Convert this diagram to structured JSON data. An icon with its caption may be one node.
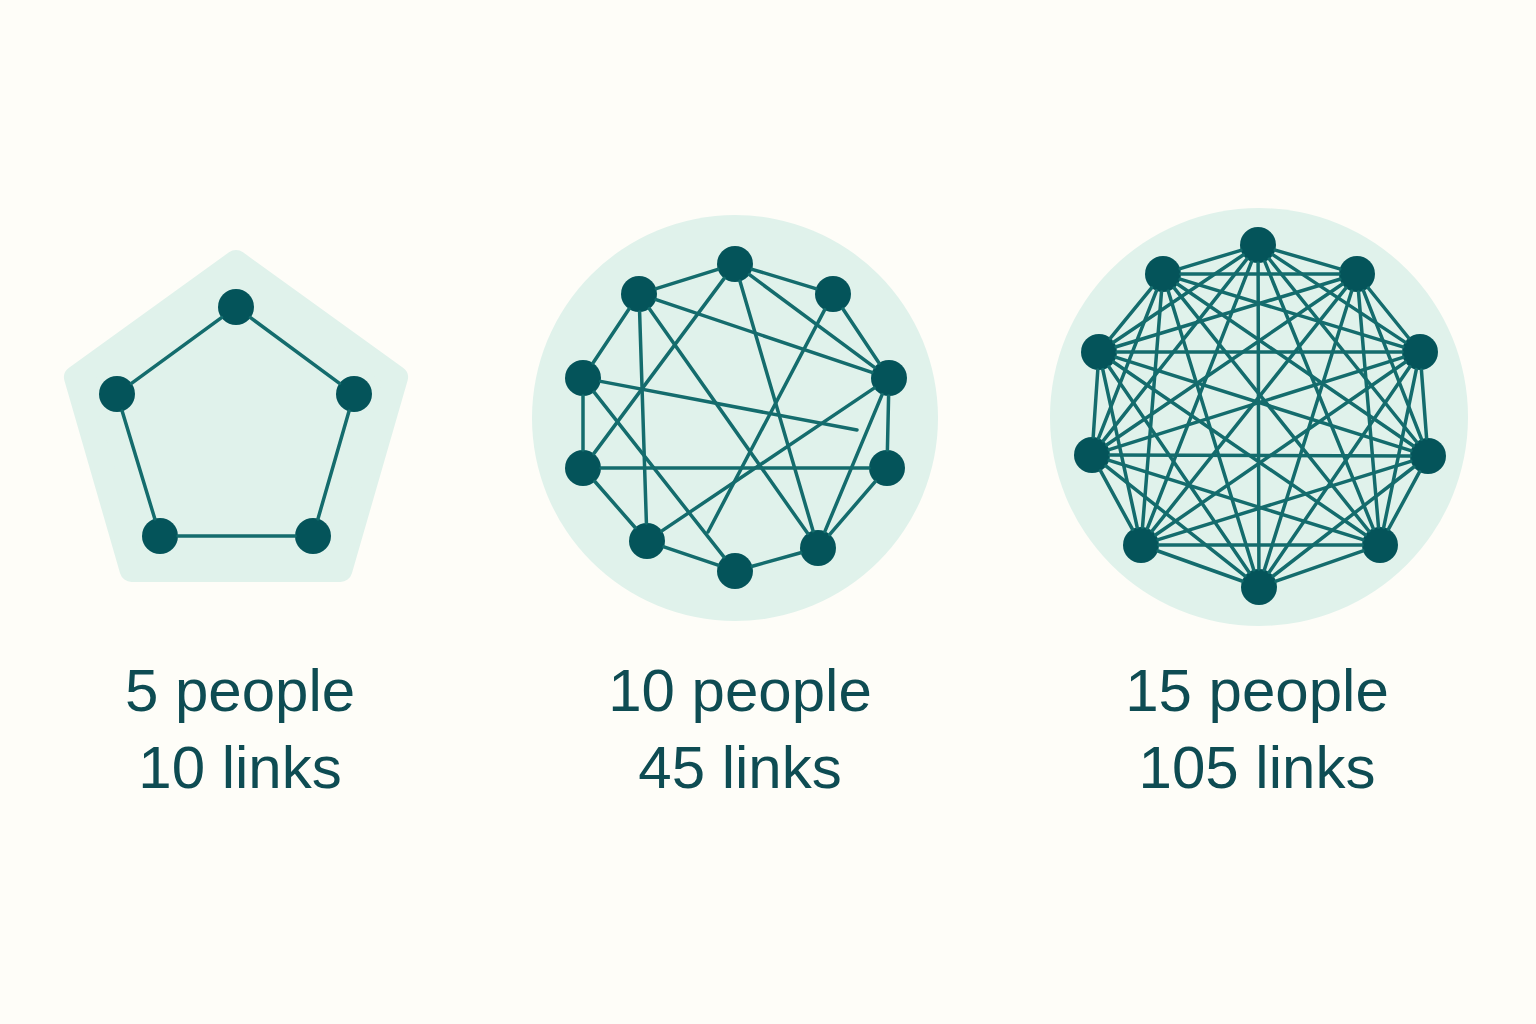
{
  "diagram": {
    "nodes": [
      {
        "text": [],
        "shape": "pentagon",
        "beside": [
          "5 people",
          "10 links"
        ]
      },
      {
        "text": [],
        "shape": "circle",
        "in": 0
      },
      {
        "text": [],
        "shape": "circle",
        "in": 0
      },
      {
        "text": [],
        "shape": "circle",
        "in": 0
      },
      {
        "text": [],
        "shape": "circle",
        "in": 0
      },
      {
        "text": [],
        "shape": "circle",
        "in": 0
      },
      {
        "text": [],
        "shape": "circle",
        "beside": [
          "10 people",
          "45 links"
        ]
      },
      {
        "text": [],
        "shape": "circle",
        "in": 6
      },
      {
        "text": [],
        "shape": "circle",
        "in": 6
      },
      {
        "text": [],
        "shape": "circle",
        "in": 6
      },
      {
        "text": [],
        "shape": "circle",
        "in": 6
      },
      {
        "text": [],
        "shape": "circle",
        "in": 6
      },
      {
        "text": [],
        "shape": "circle",
        "in": 6
      },
      {
        "text": [],
        "shape": "circle",
        "in": 6
      },
      {
        "text": [],
        "shape": "circle",
        "in": 6
      },
      {
        "text": [],
        "shape": "circle",
        "in": 6
      },
      {
        "text": [],
        "shape": "circle",
        "in": 6
      },
      {
        "text": [],
        "shape": "circle",
        "beside": [
          "15 people",
          "105 links"
        ]
      },
      {
        "text": [],
        "shape": "circle",
        "in": 17
      },
      {
        "text": [],
        "shape": "circle",
        "in": 17
      },
      {
        "text": [],
        "shape": "circle",
        "in": 17
      },
      {
        "text": [],
        "shape": "circle",
        "in": 17
      },
      {
        "text": [],
        "shape": "circle",
        "in": 17
      },
      {
        "text": [],
        "shape": "circle",
        "in": 17
      },
      {
        "text": [],
        "shape": "circle",
        "in": 17
      },
      {
        "text": [],
        "shape": "circle",
        "in": 17
      },
      {
        "text": [],
        "shape": "circle",
        "in": 17
      },
      {
        "text": [],
        "shape": "circle",
        "in": 17
      }
    ],
    "edges": [
      {
        "from": 1,
        "to": 2,
        "arrow": "none"
      },
      {
        "from": 1,
        "to": 3,
        "arrow": "none"
      },
      {
        "from": 2,
        "to": 4,
        "arrow": "none"
      },
      {
        "from": 3,
        "to": 5,
        "arrow": "none"
      },
      {
        "from": 4,
        "to": 5,
        "arrow": "none"
      },
      {
        "from": 7,
        "to": 8,
        "arrow": "none"
      },
      {
        "from": 7,
        "to": 9,
        "arrow": "none"
      },
      {
        "from": 7,
        "to": 11,
        "arrow": "none"
      },
      {
        "from": 7,
        "to": 12,
        "arrow": "none"
      },
      {
        "from": 7,
        "to": 15,
        "arrow": "none"
      },
      {
        "from": 8,
        "to": 10,
        "arrow": "none"
      },
      {
        "from": 8,
        "to": 11,
        "arrow": "none"
      },
      {
        "from": 8,
        "to": 14,
        "arrow": "none"
      },
      {
        "from": 8,
        "to": 15,
        "arrow": "none"
      },
      {
        "from": 9,
        "to": 11,
        "arrow": "none"
      },
      {
        "from": 9,
        "to": null,
        "arrow": "none"
      },
      {
        "from": 10,
        "to": 12,
        "arrow": "none"
      },
      {
        "from": 10,
        "to": null,
        "arrow": "none"
      },
      {
        "from": 10,
        "to": 16,
        "arrow": "none"
      },
      {
        "from": 11,
        "to": 13,
        "arrow": "none"
      },
      {
        "from": 11,
        "to": 14,
        "arrow": "none"
      },
      {
        "from": 11,
        "to": 15,
        "arrow": "none"
      },
      {
        "from": 12,
        "to": 13,
        "arrow": "none"
      },
      {
        "from": 12,
        "to": 14,
        "arrow": "none"
      },
      {
        "from": 13,
        "to": 15,
        "arrow": "none"
      },
      {
        "from": 14,
        "to": 16,
        "arrow": "none"
      },
      {
        "from": 15,
        "to": 16,
        "arrow": "none"
      },
      {
        "from": 18,
        "to": 19,
        "arrow": "none"
      },
      {
        "from": 18,
        "to": 20,
        "arrow": "none"
      },
      {
        "from": 18,
        "to": 21,
        "arrow": "none"
      },
      {
        "from": 18,
        "to": 22,
        "arrow": "none"
      },
      {
        "from": 18,
        "to": 23,
        "arrow": "none"
      },
      {
        "from": 18,
        "to": 24,
        "arrow": "none"
      },
      {
        "from": 18,
        "to": 25,
        "arrow": "none"
      },
      {
        "from": 18,
        "to": 26,
        "arrow": "none"
      },
      {
        "from": 18,
        "to": 27,
        "arrow": "none"
      },
      {
        "from": 19,
        "to": 20,
        "arrow": "none"
      },
      {
        "from": 19,
        "to": 21,
        "arrow": "none"
      },
      {
        "from": 19,
        "to": 22,
        "arrow": "none"
      },
      {
        "from": 19,
        "to": 23,
        "arrow": "none"
      },
      {
        "from": 19,
        "to": 24,
        "arrow": "none"
      },
      {
        "from": 19,
        "to": 25,
        "arrow": "none"
      },
      {
        "from": 19,
        "to": 26,
        "arrow": "none"
      },
      {
        "from": 19,
        "to": 27,
        "arrow": "none"
      },
      {
        "from": 20,
        "to": 21,
        "arrow": "none"
      },
      {
        "from": 20,
        "to": 22,
        "arrow": "none"
      },
      {
        "from": 20,
        "to": 23,
        "arrow": "none"
      },
      {
        "from": 20,
        "to": 24,
        "arrow": "none"
      },
      {
        "from": 20,
        "to": 25,
        "arrow": "none"
      },
      {
        "from": 20,
        "to": 26,
        "arrow": "none"
      },
      {
        "from": 20,
        "to": 27,
        "arrow": "none"
      },
      {
        "from": 21,
        "to": 22,
        "arrow": "none"
      },
      {
        "from": 21,
        "to": 23,
        "arrow": "none"
      },
      {
        "from": 21,
        "to": 24,
        "arrow": "none"
      },
      {
        "from": 21,
        "to": 25,
        "arrow": "none"
      },
      {
        "from": 21,
        "to": 26,
        "arrow": "none"
      },
      {
        "from": 21,
        "to": 27,
        "arrow": "none"
      },
      {
        "from": 22,
        "to": 23,
        "arrow": "none"
      },
      {
        "from": 22,
        "to": 24,
        "arrow": "none"
      },
      {
        "from": 22,
        "to": 25,
        "arrow": "none"
      },
      {
        "from": 22,
        "to": 26,
        "arrow": "none"
      },
      {
        "from": 22,
        "to": 27,
        "arrow": "none"
      },
      {
        "from": 23,
        "to": 24,
        "arrow": "none"
      },
      {
        "from": 23,
        "to": 25,
        "arrow": "none"
      },
      {
        "from": 23,
        "to": 26,
        "arrow": "none"
      },
      {
        "from": 23,
        "to": 27,
        "arrow": "none"
      },
      {
        "from": 24,
        "to": 25,
        "arrow": "none"
      },
      {
        "from": 24,
        "to": 26,
        "arrow": "none"
      },
      {
        "from": 24,
        "to": 27,
        "arrow": "none"
      },
      {
        "from": 25,
        "to": 26,
        "arrow": "none"
      },
      {
        "from": 25,
        "to": 27,
        "arrow": "none"
      },
      {
        "from": 26,
        "to": 27,
        "arrow": "none"
      }
    ]
  }
}
